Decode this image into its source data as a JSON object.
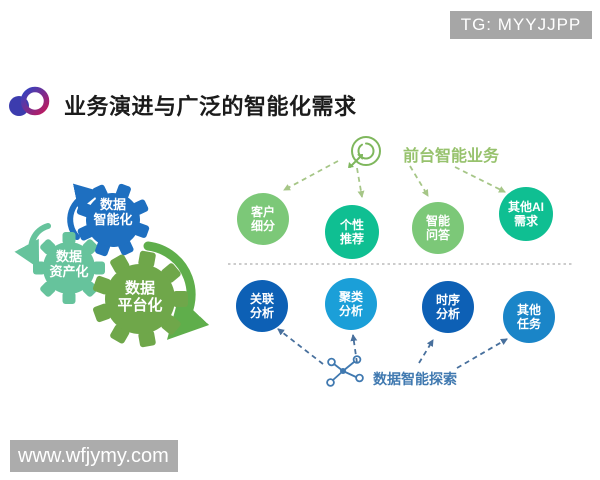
{
  "overlays": {
    "tg_banner": "TG: MYYJJPP",
    "watermark": "www.wfjymy.com"
  },
  "header": {
    "title": "业务演进与广泛的智能化需求",
    "logo_colors": [
      "#3c3cae",
      "#2f44c4",
      "#c2185b"
    ]
  },
  "gear_cycle": {
    "gears": [
      {
        "name": "data-intelligence",
        "line1": "数据",
        "line2": "智能化",
        "color": "#1e6fc0"
      },
      {
        "name": "data-assetization",
        "line1": "数据",
        "line2": "资产化",
        "color": "#66c39c"
      },
      {
        "name": "data-platformization",
        "line1": "数据",
        "line2": "平台化",
        "color": "#6fa74a"
      }
    ],
    "arrow_colors": {
      "blue": "#1e6fc0",
      "teal": "#66c39c",
      "green": "#5fae4b"
    }
  },
  "front_office": {
    "label": "前台智能业务",
    "icon": "target-arrow-icon",
    "accent": "#97c26d",
    "connector_color": "#a6c687",
    "nodes": [
      {
        "line1": "客户",
        "line2": "细分",
        "color": "#7cc878"
      },
      {
        "line1": "个性",
        "line2": "推荐",
        "color": "#0fbf92"
      },
      {
        "line1": "智能",
        "line2": "问答",
        "color": "#7cc878"
      },
      {
        "line1": "其他AI",
        "line2": "需求",
        "color": "#0fbf92"
      }
    ]
  },
  "data_exploration": {
    "label": "数据智能探索",
    "icon": "network-nodes-icon",
    "accent": "#4079b0",
    "connector_color": "#48709d",
    "nodes": [
      {
        "line1": "关联",
        "line2": "分析",
        "color": "#0d60b5"
      },
      {
        "line1": "聚类",
        "line2": "分析",
        "color": "#1b9fd8"
      },
      {
        "line1": "时序",
        "line2": "分析",
        "color": "#0d60b5"
      },
      {
        "line1": "其他",
        "line2": "任务",
        "color": "#1a85c8"
      }
    ]
  },
  "divider_color": "#bcbcbc"
}
